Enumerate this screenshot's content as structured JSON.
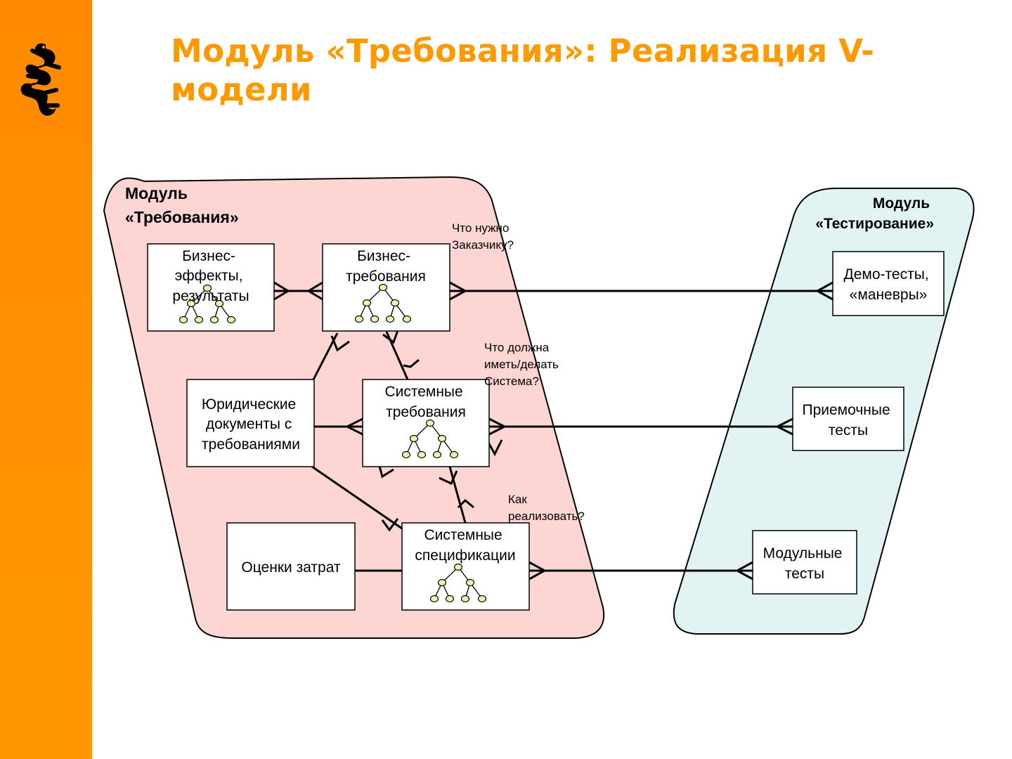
{
  "slide": {
    "title": "Модуль «Требования»: Реализация V-модели"
  },
  "logo": {
    "icon": "gecko-icon",
    "color": "#000000"
  },
  "colors": {
    "sidebar": "#ff9000",
    "title": "#ff9900",
    "requirements_area": "#fdd5d2",
    "testing_area": "#e2f3f3",
    "node": "#e6f5a8"
  },
  "requirements_module": {
    "label_line1": "Модуль",
    "label_line2": "«Требования»"
  },
  "testing_module": {
    "label_line1": "Модуль",
    "label_line2": "«Тестирование»"
  },
  "boxes": {
    "business_effects": [
      "Бизнес-",
      "эффекты,",
      "результаты"
    ],
    "business_requirements": [
      "Бизнес-",
      "требования"
    ],
    "legal_documents": [
      "Юридические",
      "документы с",
      "требованиями"
    ],
    "system_requirements": [
      "Системные",
      "требования"
    ],
    "cost_estimates": [
      "Оценки затрат"
    ],
    "system_specifications": [
      "Системные",
      "спецификации"
    ],
    "demo_tests": [
      "Демо-тесты,",
      "«маневры»"
    ],
    "acceptance_tests": [
      "Приемочные",
      "тесты"
    ],
    "unit_tests": [
      "Модульные",
      "тесты"
    ]
  },
  "notes": {
    "customer_needs": [
      "Что нужно",
      "Заказчику?"
    ],
    "system_must": [
      "Что должна",
      "иметь/делать",
      "Система?"
    ],
    "how_to_implement": [
      "Как",
      "реализовать?"
    ]
  }
}
